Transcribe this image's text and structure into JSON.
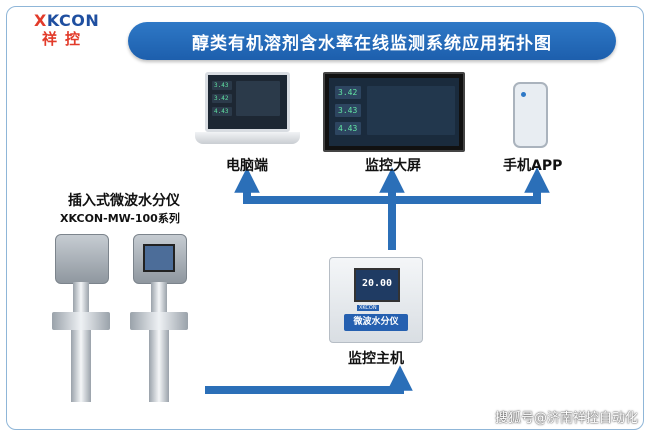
{
  "logo": {
    "mark_prefix": "X",
    "mark_rest": "KCON",
    "cn": "祥控"
  },
  "title": "醇类有机溶剂含水率在线监测系统应用拓扑图",
  "nodes": {
    "pc": {
      "label": "电脑端",
      "values": [
        "3.43",
        "3.42",
        "4.43"
      ]
    },
    "screen": {
      "label": "监控大屏",
      "values": [
        "3.42",
        "3.43",
        "4.43"
      ]
    },
    "app": {
      "label": "手机APP"
    },
    "host": {
      "label": "监控主机",
      "lcd_value": "20.00",
      "panel_label": "微波水分仪",
      "brand": "XKCON"
    },
    "sensor": {
      "title": "插入式微波水分仪",
      "model": "XKCON-MW-100系列"
    }
  },
  "watermark": "搜狐号@济南祥控自动化",
  "colors": {
    "accent": "#2e78c6",
    "arrow": "#2b6fb8",
    "brand_red": "#e23b2a"
  }
}
